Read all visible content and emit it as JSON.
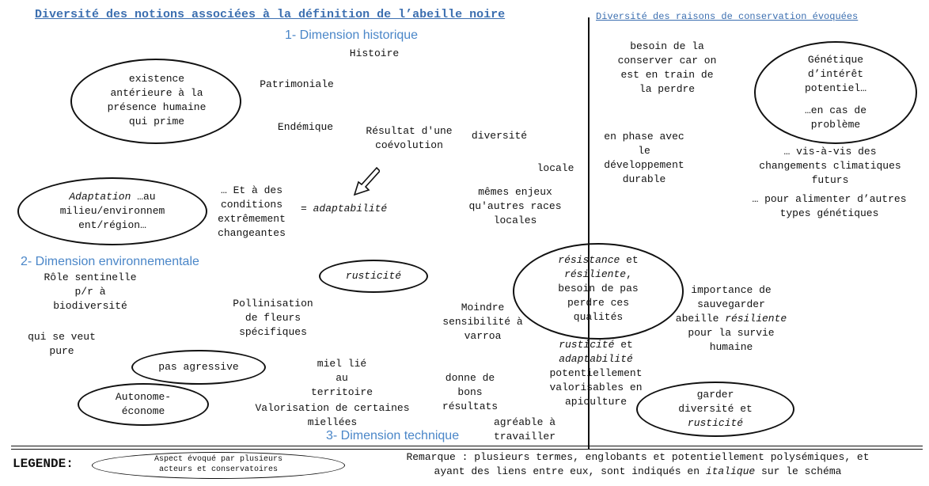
{
  "titles": {
    "left": "Diversité des notions associées à la définition de l’abeille noire",
    "right": "Diversité des raisons de conservation évoquées"
  },
  "dimensions": {
    "historique": "1- Dimension historique",
    "environnementale": "2- Dimension environnementale",
    "technique": "3- Dimension technique"
  },
  "left_notions": {
    "histoire": "Histoire",
    "patrimoniale": "Patrimoniale",
    "existence": [
      "existence",
      "antérieure à la",
      "présence humaine",
      "qui prime"
    ],
    "endemique": "Endémique",
    "coevolution": [
      "Résultat d'une",
      "coévolution"
    ],
    "diversite": "diversité",
    "locale": "locale",
    "adaptation_em": "Adaptation",
    "adaptation_rest": " …au",
    "adaptation_lines": [
      "milieu/environnem",
      "ent/région…"
    ],
    "conditions": [
      "… Et à des",
      "conditions",
      "extrêmement",
      "changeantes"
    ],
    "adaptabilite_prefix": "= ",
    "adaptabilite": "adaptabilité",
    "enjeux": [
      "mêmes enjeux",
      "qu'autres races",
      "locales"
    ],
    "rusticite": "rusticité",
    "sentinelle": [
      "Rôle sentinelle",
      "p/r à",
      "biodiversité"
    ],
    "pollinisation": [
      "Pollinisation",
      "de fleurs",
      "spécifiques"
    ],
    "varroa": [
      "Moindre",
      "sensibilité à",
      "varroa"
    ],
    "pure": [
      "qui se veut",
      "pure"
    ],
    "pas_agressive": "pas agressive",
    "miel": [
      "miel lié",
      "au",
      "territoire"
    ],
    "autonome": [
      "Autonome-",
      "économe"
    ],
    "resultats": [
      "donne de",
      "bons",
      "résultats"
    ],
    "miellees": [
      "Valorisation de certaines",
      "miellées"
    ],
    "agreable": [
      "agréable à",
      "travailler"
    ]
  },
  "right_reasons": {
    "perdre": [
      "besoin de la",
      "conserver car on",
      "est en train de",
      "la perdre"
    ],
    "genetique": [
      "Génétique",
      "d’intérêt",
      "potentiel…",
      "",
      "…en cas de",
      "problème"
    ],
    "durable": [
      "en phase avec",
      "le",
      "développement",
      "durable"
    ],
    "climatiques": [
      "… vis-à-vis des",
      "changements climatiques",
      "futurs"
    ],
    "alimenter": [
      "… pour alimenter d’autres",
      "types génétiques"
    ],
    "resistance_em": "résistance",
    "resistance_et": " et",
    "resiliente_em": "résiliente",
    "resiliente_comma": ",",
    "resistance_lines": [
      "besoin de pas",
      "perdre ces",
      "qualités"
    ],
    "sauvegarder": [
      "importance de",
      "sauvegarder"
    ],
    "sauvegarder_pre": "abeille ",
    "sauvegarder_em": "résiliente",
    "sauvegarder_post": [
      "pour la survie",
      "humaine"
    ],
    "rusticite_em": "rusticité",
    "rusticite_et": " et",
    "adaptabilite_em": "adaptabilité",
    "valorisables": [
      "potentiellement",
      "valorisables en",
      "apiculture"
    ],
    "garder": [
      "garder",
      "diversité et"
    ],
    "garder_em": "rusticité"
  },
  "legend": {
    "label": "LEGENDE:",
    "ellipse_text": [
      "Aspect évoqué par plusieurs",
      "acteurs et conservatoires"
    ],
    "remark_line1": "Remarque : plusieurs termes, englobants et potentiellement polysémiques, et",
    "remark_line2_pre": "ayant des liens entre eux, sont indiqués en ",
    "remark_line2_em": "italique",
    "remark_line2_post": " sur le schéma"
  }
}
